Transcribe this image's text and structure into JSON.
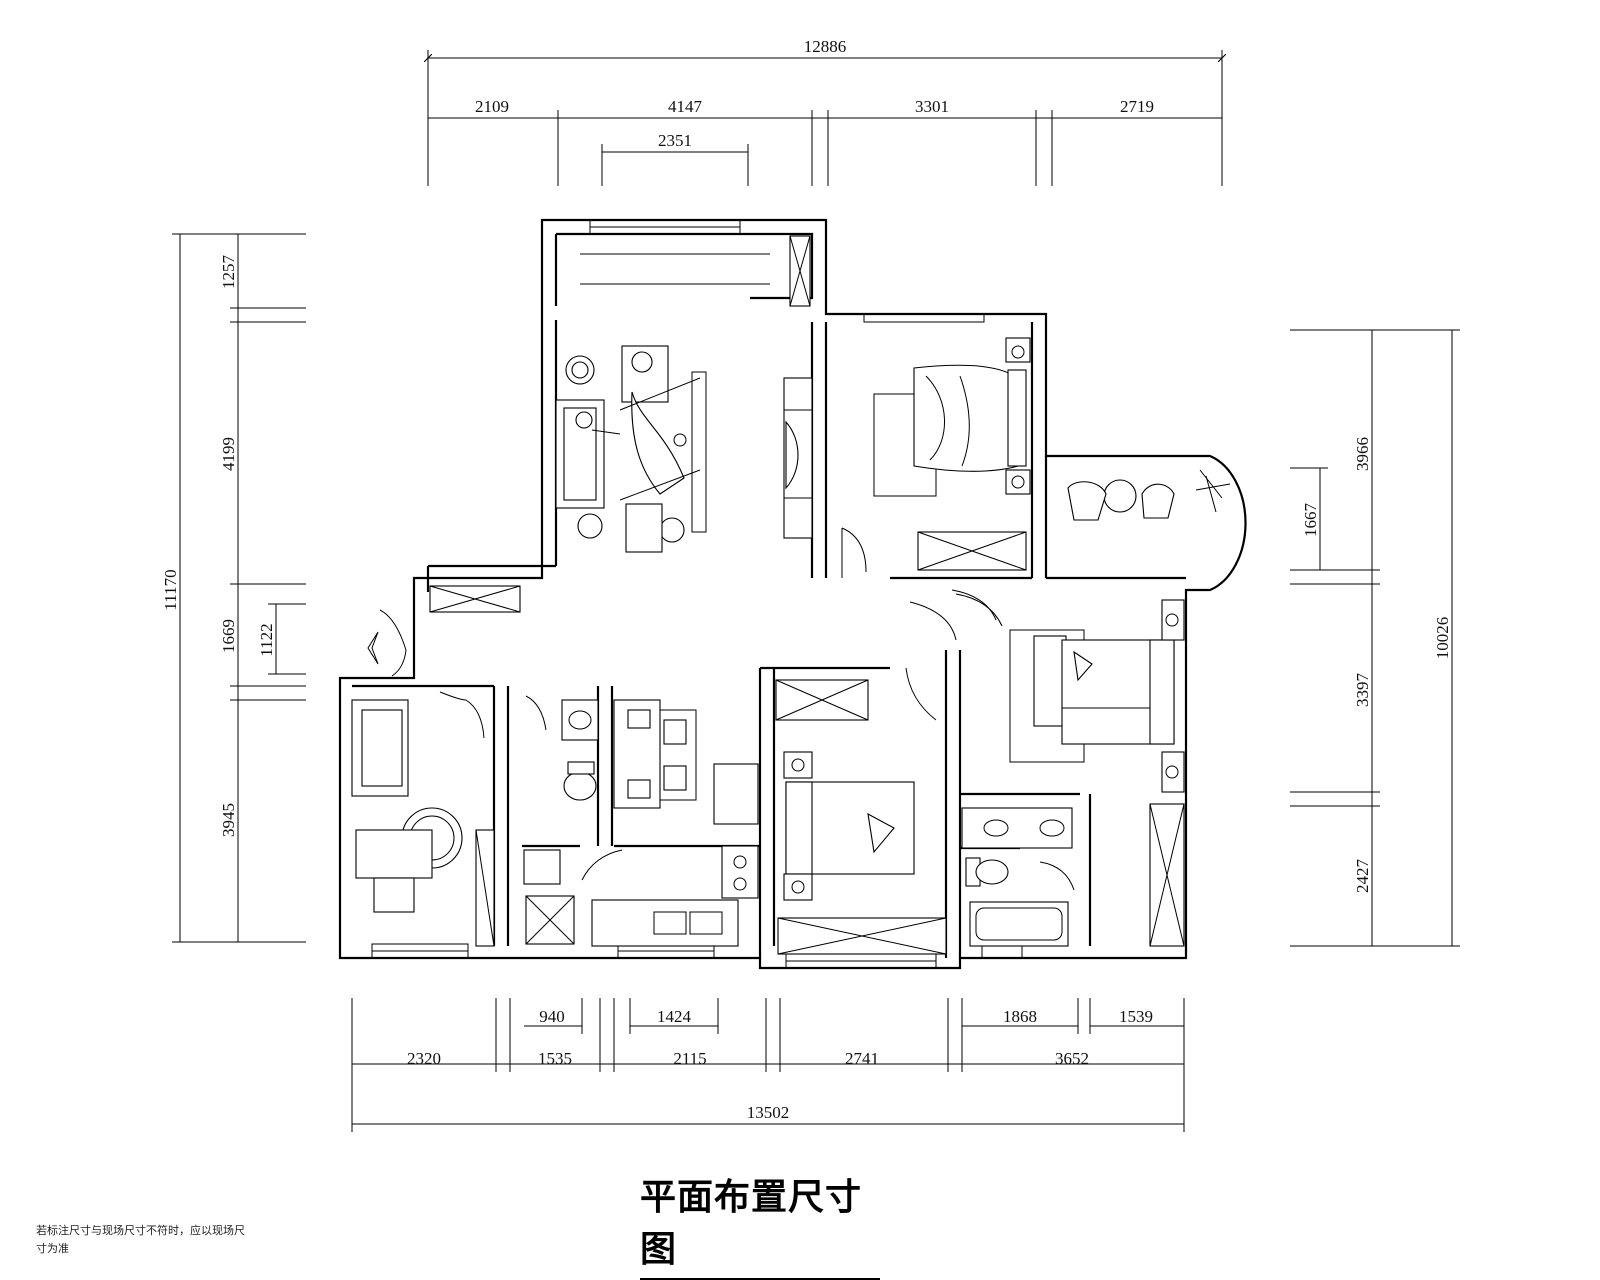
{
  "title": "平面布置尺寸图",
  "note": "若标注尺寸与现场尺寸不符时，应以现场尺寸为准",
  "dimensions": {
    "top_total": "12886",
    "top_segments": [
      "2109",
      "4147",
      "3301",
      "2719"
    ],
    "top_inner": "2351",
    "bottom_total": "13502",
    "bottom_segments": [
      "2320",
      "1535",
      "2115",
      "2741",
      "3652"
    ],
    "bottom_inner": [
      "940",
      "1424",
      "1868",
      "1539"
    ],
    "left_total": "11170",
    "left_segments": [
      "1257",
      "4199",
      "1669",
      "3945"
    ],
    "left_inner": "1122",
    "right_total": "10026",
    "right_segments": [
      "3966",
      "3397",
      "2427"
    ],
    "right_inner": "1667"
  }
}
